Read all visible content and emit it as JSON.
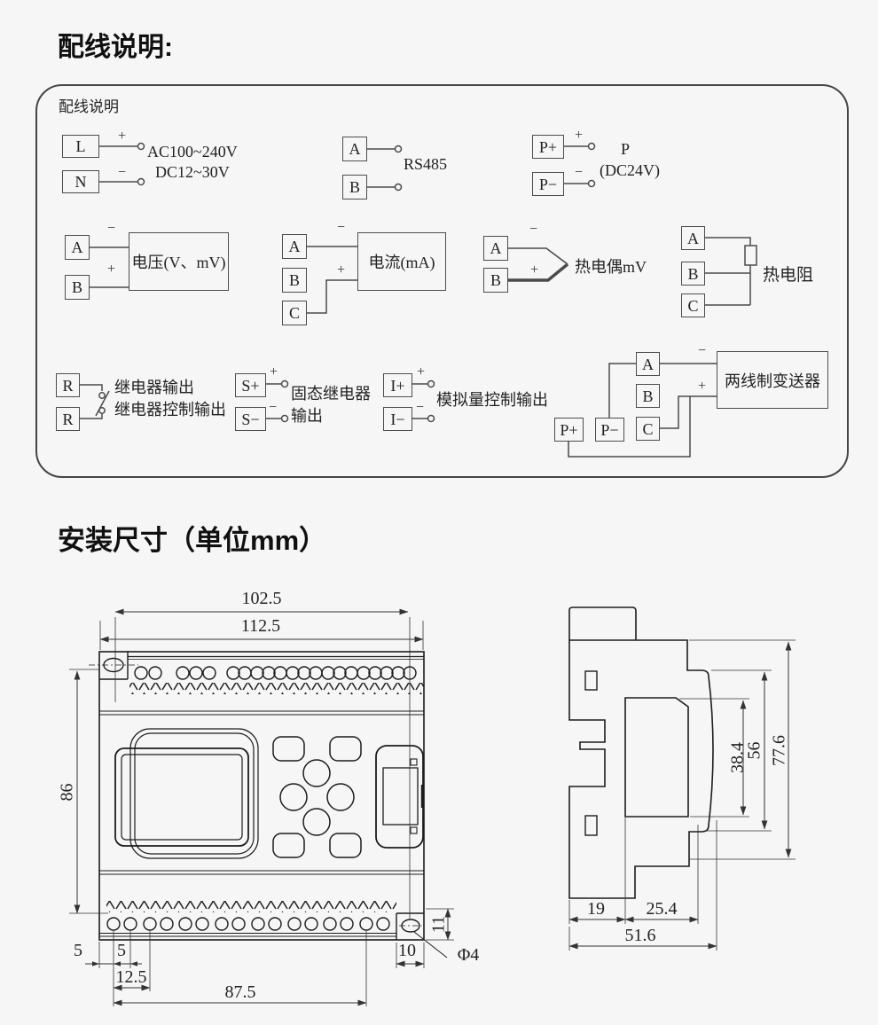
{
  "titles": {
    "wiring": "配线说明:",
    "mounting": "安装尺寸（单位mm）"
  },
  "wiring_box": {
    "caption": "配线说明",
    "power": {
      "t1": "L",
      "t2": "N",
      "plus": "+",
      "minus": "−",
      "label1": "AC100~240V",
      "label2": "DC12~30V"
    },
    "rs485": {
      "t1": "A",
      "t2": "B",
      "label": "RS485"
    },
    "aux_power": {
      "t1": "P+",
      "t2": "P−",
      "plus": "+",
      "minus": "−",
      "label1": "P",
      "label2": "(DC24V)"
    },
    "voltage": {
      "t1": "A",
      "t2": "B",
      "minus": "−",
      "plus": "+",
      "label": "电压(V、mV)"
    },
    "current": {
      "t1": "A",
      "t2": "B",
      "t3": "C",
      "minus": "−",
      "plus": "+",
      "label": "电流(mA)"
    },
    "thermocouple": {
      "t1": "A",
      "t2": "B",
      "minus": "−",
      "plus": "+",
      "label": "热电偶mV"
    },
    "rtd": {
      "t1": "A",
      "t2": "B",
      "t3": "C",
      "label": "热电阻"
    },
    "relay": {
      "t1": "R",
      "t2": "R",
      "label1": "继电器输出",
      "label2": "继电器控制输出"
    },
    "ssr": {
      "t1": "S+",
      "t2": "S−",
      "plus": "+",
      "minus": "−",
      "label1": "固态继电器",
      "label2": "输出"
    },
    "analog_out": {
      "t1": "I+",
      "t2": "I−",
      "plus": "+",
      "minus": "−",
      "label": "模拟量控制输出"
    },
    "transmitter": {
      "p1": "P+",
      "p2": "P−",
      "ta": "A",
      "tb": "B",
      "tc": "C",
      "minus": "−",
      "plus": "+",
      "label": "两线制变送器"
    }
  },
  "dims": {
    "front": {
      "inner_width": "102.5",
      "outer_width": "112.5",
      "height": "86",
      "d5_left": "5",
      "d5_pitch": "5",
      "d12_5": "12.5",
      "d87_5": "87.5",
      "d10": "10",
      "d11": "11",
      "hole": "Φ4"
    },
    "side": {
      "d38_4": "38.4",
      "d56": "56",
      "d77_6": "77.6",
      "d19": "19",
      "d25_4": "25.4",
      "d51_6": "51.6"
    }
  }
}
